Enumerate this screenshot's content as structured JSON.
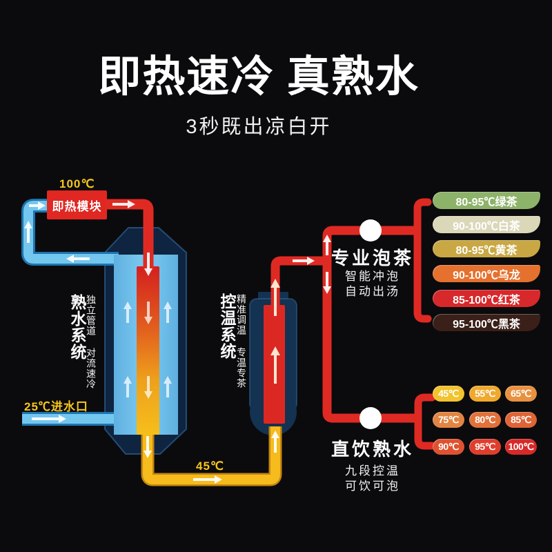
{
  "header": {
    "title": "即热速冷 真熟水",
    "subtitle": "3秒既出凉白开"
  },
  "hot_water_system": {
    "module_temp": "100℃",
    "module_label": "即热模块",
    "system_name": "熟水系统",
    "system_desc": "独立管道 对流速冷",
    "inlet_label": "25℃进水口",
    "outlet_temp": "45℃"
  },
  "temp_control_system": {
    "system_name": "控温系统",
    "system_desc": "精准调温 专温专茶"
  },
  "tea_section": {
    "title": "专业泡茶",
    "desc1": "智能冲泡",
    "desc2": "自动出汤",
    "items": [
      {
        "label": "80-95℃绿茶",
        "color": "#8DB269"
      },
      {
        "label": "90-100℃白茶",
        "color": "#DBD7B9"
      },
      {
        "label": "80-95℃黄茶",
        "color": "#C9A844"
      },
      {
        "label": "90-100℃乌龙",
        "color": "#E5712E"
      },
      {
        "label": "85-100℃红茶",
        "color": "#D7282B"
      },
      {
        "label": "95-100℃黑茶",
        "color": "#3A2018"
      }
    ]
  },
  "drink_section": {
    "title": "直饮熟水",
    "desc1": "九段控温",
    "desc2": "可饮可泡",
    "items": [
      {
        "label": "45℃",
        "color": "#F2C32E"
      },
      {
        "label": "55℃",
        "color": "#F0A92D"
      },
      {
        "label": "65℃",
        "color": "#E89140"
      },
      {
        "label": "75℃",
        "color": "#E28542"
      },
      {
        "label": "80℃",
        "color": "#E2713A"
      },
      {
        "label": "85℃",
        "color": "#DF6436"
      },
      {
        "label": "90℃",
        "color": "#DF5230"
      },
      {
        "label": "95℃",
        "color": "#E03E2D"
      },
      {
        "label": "100℃",
        "color": "#D62A28"
      }
    ]
  },
  "colors": {
    "background": "#0B0B0D",
    "hot_pipe_red": "#DF2A23",
    "cold_pipe_blue": "#73C7EF",
    "warm_pipe_yellow": "#F6BB1C",
    "accent_yellow": "#F6C51E",
    "tank_navy": "#0E2440",
    "tank_inner_blue": "#6CC0EB"
  }
}
